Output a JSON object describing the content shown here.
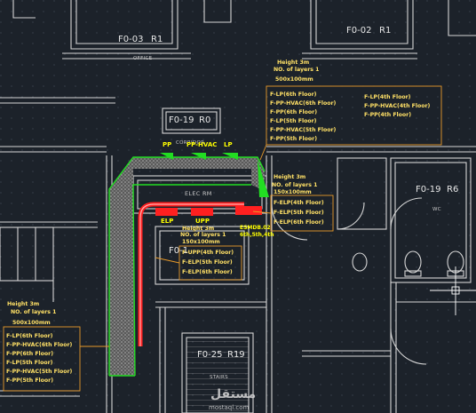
{
  "rooms": {
    "f003": {
      "id": "F0-03",
      "num": "R1",
      "name": "OFFICE"
    },
    "f002": {
      "id": "F0-02",
      "num": "R1"
    },
    "f019": {
      "id": "F0-19",
      "num": "R0",
      "name": "CORRIDOR"
    },
    "f018": {
      "id": "F0-19",
      "num": "R6",
      "name": "WC"
    },
    "elec": {
      "name": "ELEC RM"
    },
    "f017": {
      "id": "F0-1"
    },
    "f025": {
      "id": "F0-25",
      "num": "R19",
      "name": "STAIRS"
    }
  },
  "ducts": {
    "top_tags": [
      "PP",
      "PP-HVAC",
      "LP"
    ],
    "red_tags": [
      "ELP",
      "UPP",
      "ESMDB.02",
      "6th,5th,4th"
    ]
  },
  "notes": {
    "top": {
      "header": [
        "Height 3m",
        "NO. of layers 1",
        "500x100mm"
      ],
      "col1": [
        "F-LP(6th Floor)",
        "F-PP-HVAC(6th Floor)",
        "F-PP(6th Floor)",
        "F-LP(5th Floor)",
        "F-PP-HVAC(5th Floor)",
        "F-PP(5th Floor)"
      ],
      "col2": [
        "F-LP(4th Floor)",
        "F-PP-HVAC(4th Floor)",
        "F-PP(4th Floor)"
      ]
    },
    "right": {
      "header": [
        "Height 3m",
        "NO. of layers 1",
        "150x100mm"
      ],
      "lines": [
        "F-ELP(4th Floor)",
        "F-ELP(5th Floor)",
        "F-ELP(6th Floor)"
      ]
    },
    "center": {
      "header": [
        "Height 3m",
        "NO. of layers 1",
        "150x100mm"
      ],
      "lines": [
        "F-UPP(4th Floor)",
        "F-ELP(5th Floor)",
        "F-ELP(6th Floor)"
      ]
    },
    "left": {
      "header": [
        "Height 3m",
        "NO. of layers 1",
        "500x100mm"
      ],
      "lines": [
        "F-LP(6th Floor)",
        "F-PP-HVAC(6th Floor)",
        "F-PP(6th Floor)",
        "F-LP(5th Floor)",
        "F-PP-HVAC(5th Floor)",
        "F-PP(5th Floor)"
      ]
    }
  },
  "watermark": {
    "arabic": "مستقل",
    "latin": "mostaql.com"
  },
  "colors": {
    "background": "#1c222a",
    "wall": "#d6d6d6",
    "duct_green": "#22dd22",
    "duct_red": "#ff2020",
    "note_orange": "#e89a2a",
    "note_text": "#ffe066"
  }
}
